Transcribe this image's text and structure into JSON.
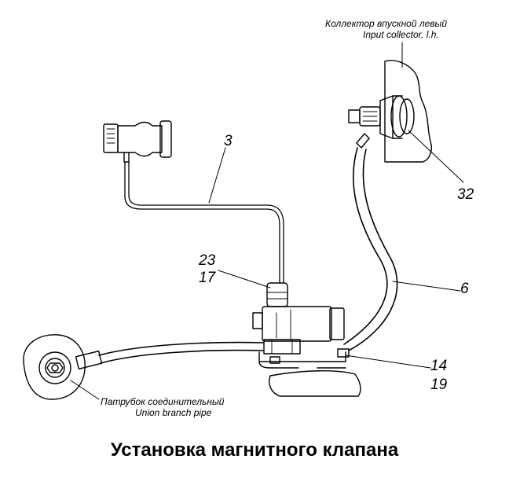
{
  "title": "Установка магнитного клапана",
  "labels": {
    "collector_ru": "Коллектор впускной левый",
    "collector_en": "Input collector, l.h.",
    "union_ru": "Патрубок соединительный",
    "union_en": "Union branch pipe"
  },
  "callouts": {
    "c3": "3",
    "c32": "32",
    "c23": "23",
    "c17": "17",
    "c6": "6",
    "c14": "14",
    "c19": "19"
  },
  "colors": {
    "ink": "#000000",
    "paper": "#ffffff"
  }
}
